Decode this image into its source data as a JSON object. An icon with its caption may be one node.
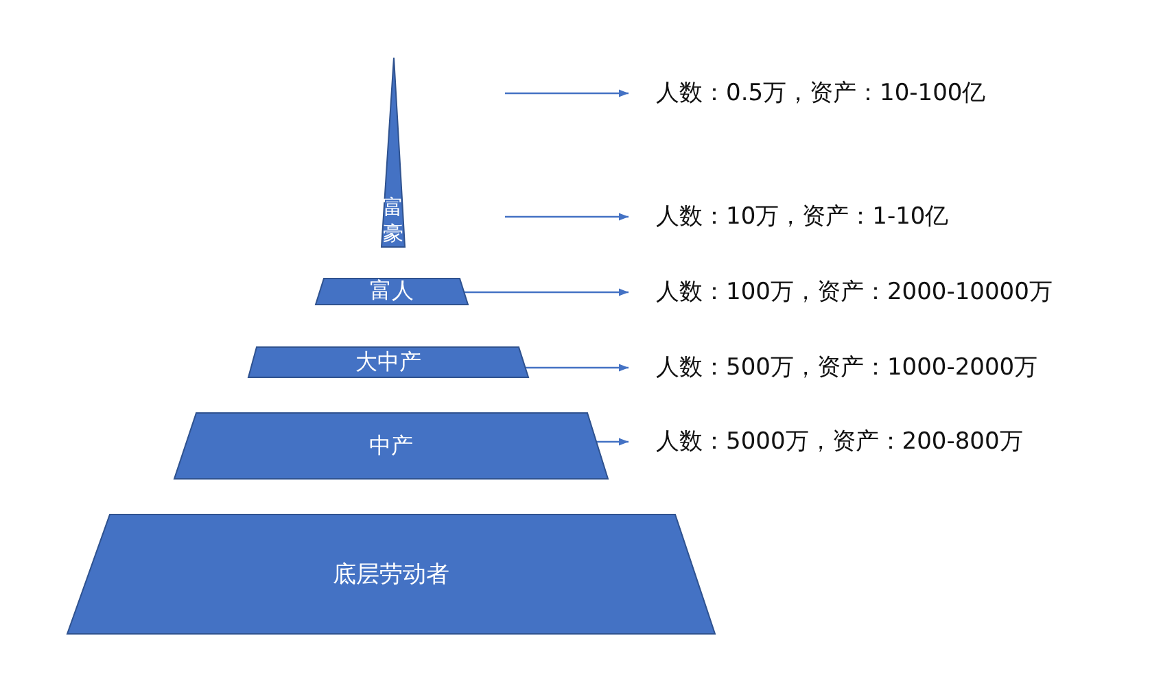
{
  "diagram": {
    "nodes": [
      {
        "text": [
          "富豪"
        ]
      },
      {
        "text": [
          "富人"
        ]
      },
      {
        "text": [
          "大中产"
        ]
      },
      {
        "text": [
          "中产"
        ]
      },
      {
        "text": [
          "底层劳动者"
        ]
      },
      {
        "text": [
          "人数：0.5万，资产：10-100亿"
        ]
      },
      {
        "text": [
          "人数：10万，资产：1-10亿"
        ]
      },
      {
        "text": [
          "人数：100万，资产：2000-10000万"
        ]
      },
      {
        "text": [
          "人数：500万，资产：1000-2000万"
        ]
      },
      {
        "text": [
          "人数：5000万，资产：200-800万"
        ]
      }
    ],
    "edges": [
      {
        "from": null,
        "to": 5,
        "arrow": "to"
      },
      {
        "from": null,
        "to": 6,
        "arrow": "to"
      },
      {
        "from": 1,
        "to": 7,
        "arrow": "to"
      },
      {
        "from": 2,
        "to": 8,
        "arrow": "to"
      },
      {
        "from": 3,
        "to": 9,
        "arrow": "to"
      }
    ]
  }
}
